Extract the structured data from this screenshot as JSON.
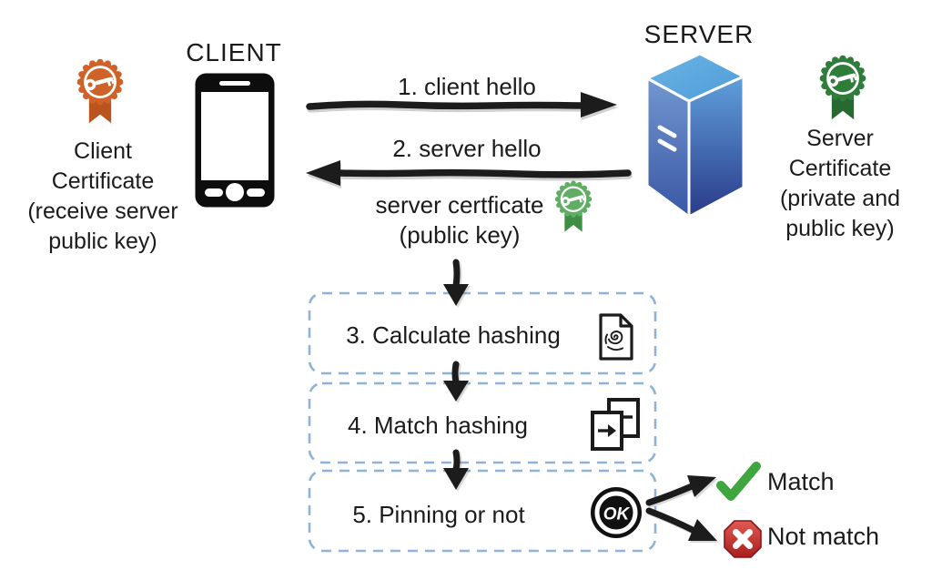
{
  "client": {
    "label": "CLIENT",
    "certificate_caption": "Client\nCertificate\n(receive server\npublic key)"
  },
  "server": {
    "label": "SERVER",
    "certificate_caption": "Server\nCertificate\n(private and\npublic key)"
  },
  "handshake": {
    "step1_label": "1. client hello",
    "step2_label": "2. server hello",
    "certificate_note": "server certficate\n(public key)"
  },
  "pinning_steps": [
    {
      "label": "3. Calculate hashing",
      "icon": "fingerprint-document-icon"
    },
    {
      "label": "4. Match hashing",
      "icon": "compare-documents-icon"
    },
    {
      "label": "5. Pinning or not",
      "icon": "ok-stamp-icon"
    }
  ],
  "ok_stamp_text": "OK",
  "outcomes": {
    "match_label": "Match",
    "not_match_label": "Not match"
  },
  "colors": {
    "client_badge": "#CE6229",
    "client_ribbon": "#B9541F",
    "server_badge": "#2F7D3B",
    "server_ribbon": "#276A31",
    "note_badge": "#5FAE63",
    "note_ribbon": "#3E8F44",
    "dashed_box_border": "#8FB3D6",
    "match_check_green": "#3FA63F",
    "not_match_red": "#C62828",
    "arrow_black": "#1C1C1C",
    "server_tower_light_blue": "#5FA0DB",
    "server_tower_dark_blue": "#2A3A8A"
  }
}
